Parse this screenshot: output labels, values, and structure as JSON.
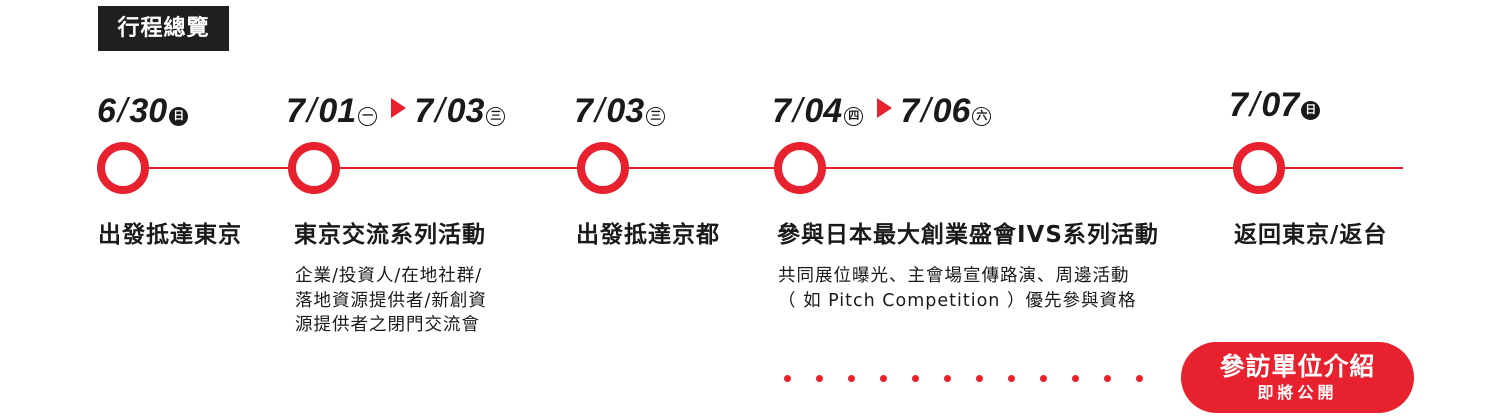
{
  "header": {
    "title": "行程總覽"
  },
  "colors": {
    "accent": "#e8212e",
    "text": "#1a1a1a",
    "badge_bg": "#1f1f1f"
  },
  "timeline": [
    {
      "start": {
        "month": "6",
        "day": "30",
        "weekday": "日",
        "weekday_style": "filled"
      },
      "title": "出發抵達東京",
      "description": ""
    },
    {
      "start": {
        "month": "7",
        "day": "01",
        "weekday": "一",
        "weekday_style": "outline"
      },
      "end": {
        "month": "7",
        "day": "03",
        "weekday": "三",
        "weekday_style": "outline"
      },
      "title": "東京交流系列活動",
      "description": "企業/投資人/在地社群/\n落地資源提供者/新創資\n源提供者之閉門交流會"
    },
    {
      "start": {
        "month": "7",
        "day": "03",
        "weekday": "三",
        "weekday_style": "outline"
      },
      "title": "出發抵達京都",
      "description": ""
    },
    {
      "start": {
        "month": "7",
        "day": "04",
        "weekday": "四",
        "weekday_style": "outline"
      },
      "end": {
        "month": "7",
        "day": "06",
        "weekday": "六",
        "weekday_style": "outline"
      },
      "title": "參與日本最大創業盛會IVS系列活動",
      "description": "共同展位曝光、主會場宣傳路演、周邊活動\n（ 如 Pitch Competition ）優先參與資格"
    },
    {
      "start": {
        "month": "7",
        "day": "07",
        "weekday": "日",
        "weekday_style": "filled"
      },
      "title": "返回東京/返台",
      "description": ""
    }
  ],
  "cta": {
    "main": "參訪單位介紹",
    "sub": "即將公開"
  }
}
